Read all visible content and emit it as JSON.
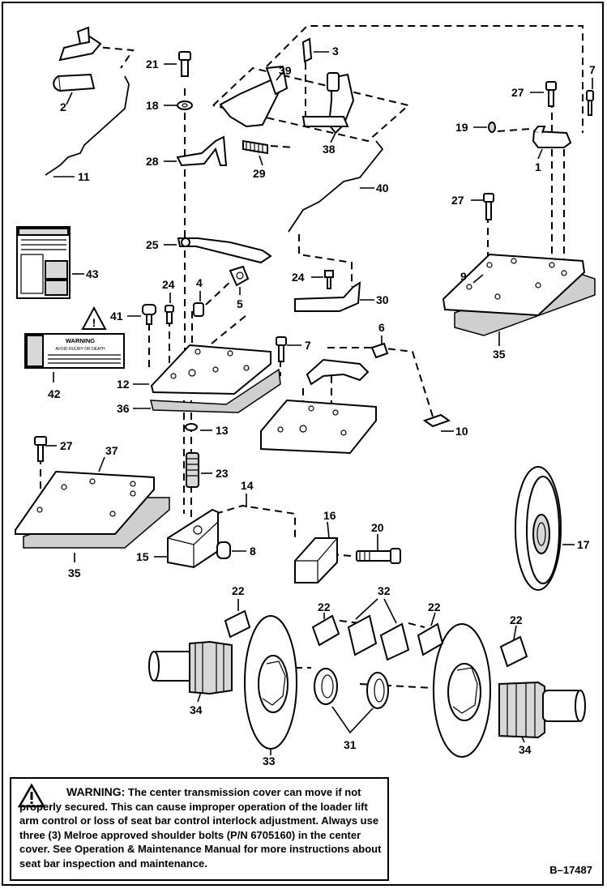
{
  "callouts": {
    "c1": "1",
    "c2": "2",
    "c3": "3",
    "c4": "4",
    "c5": "5",
    "c6": "6",
    "c7a": "7",
    "c7b": "7",
    "c8": "8",
    "c9": "9",
    "c10": "10",
    "c11": "11",
    "c12": "12",
    "c13": "13",
    "c14": "14",
    "c15": "15",
    "c16": "16",
    "c17": "17",
    "c18": "18",
    "c19": "19",
    "c20": "20",
    "c21": "21",
    "c22a": "22",
    "c22b": "22",
    "c22c": "22",
    "c22d": "22",
    "c23": "23",
    "c24a": "24",
    "c24b": "24",
    "c25": "25",
    "c27a": "27",
    "c27b": "27",
    "c27c": "27",
    "c28": "28",
    "c29": "29",
    "c30": "30",
    "c31": "31",
    "c32": "32",
    "c33": "33",
    "c34a": "34",
    "c34b": "34",
    "c35a": "35",
    "c35b": "35",
    "c36": "36",
    "c37": "37",
    "c38": "38",
    "c39": "39",
    "c40": "40",
    "c41": "41",
    "c42": "42",
    "c43": "43"
  },
  "decal_warning": {
    "title": "WARNING",
    "subtitle": "AVOID INJURY OR DEATH"
  },
  "warning": {
    "heading": "WARNING:",
    "body": "The center transmission cover can move if not properly secured.  This can cause improper operation of the loader lift arm control or loss of seat bar control interlock adjustment.  Always use three (3) Melroe approved shoulder bolts (P/N 6705160) in the center cover. See Operation & Maintenance Manual for more instructions about seat bar inspection and maintenance."
  },
  "ref_code": "B–17487",
  "icons": {
    "warning": "warning-triangle-icon"
  }
}
